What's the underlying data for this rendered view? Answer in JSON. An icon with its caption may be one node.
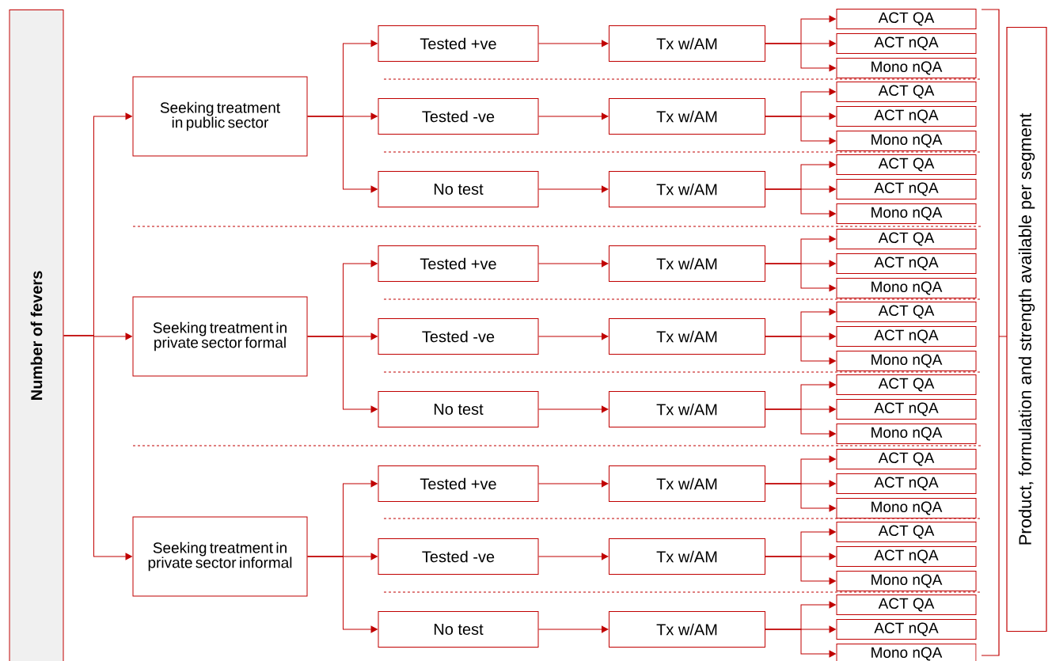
{
  "diagram": {
    "nodes": [
      {
        "text": [
          "Number of fevers"
        ]
      },
      {
        "text": [
          "Seeking treatment in public sector"
        ]
      },
      {
        "text": [
          "Tested +ve"
        ]
      },
      {
        "text": [
          "Tx w/AM"
        ]
      },
      {
        "text": [
          "ACT QA"
        ]
      },
      {
        "text": [
          "ACT nQA"
        ]
      },
      {
        "text": [
          "Mono nQA"
        ]
      },
      {
        "text": [
          "Tested -ve"
        ]
      },
      {
        "text": [
          "Tx w/AM"
        ]
      },
      {
        "text": [
          "ACT QA"
        ]
      },
      {
        "text": [
          "ACT nQA"
        ]
      },
      {
        "text": [
          "Mono nQA"
        ]
      },
      {
        "text": [
          "No test"
        ]
      },
      {
        "text": [
          "Tx w/AM"
        ]
      },
      {
        "text": [
          "ACT QA"
        ]
      },
      {
        "text": [
          "ACT nQA"
        ]
      },
      {
        "text": [
          "Mono nQA"
        ]
      },
      {
        "text": [
          "Seeking treatment in private sector formal"
        ]
      },
      {
        "text": [
          "Tested +ve"
        ]
      },
      {
        "text": [
          "Tx w/AM"
        ]
      },
      {
        "text": [
          "ACT QA"
        ]
      },
      {
        "text": [
          "ACT nQA"
        ]
      },
      {
        "text": [
          "Mono nQA"
        ]
      },
      {
        "text": [
          "Tested -ve"
        ]
      },
      {
        "text": [
          "Tx w/AM"
        ]
      },
      {
        "text": [
          "ACT QA"
        ]
      },
      {
        "text": [
          "ACT nQA"
        ]
      },
      {
        "text": [
          "Mono nQA"
        ]
      },
      {
        "text": [
          "No test"
        ]
      },
      {
        "text": [
          "Tx w/AM"
        ]
      },
      {
        "text": [
          "ACT QA"
        ]
      },
      {
        "text": [
          "ACT nQA"
        ]
      },
      {
        "text": [
          "Mono nQA"
        ]
      },
      {
        "text": [
          "Seeking treatment in private sector informal"
        ]
      },
      {
        "text": [
          "Tested +ve"
        ]
      },
      {
        "text": [
          "Tx w/AM"
        ]
      },
      {
        "text": [
          "ACT QA"
        ]
      },
      {
        "text": [
          "ACT nQA"
        ]
      },
      {
        "text": [
          "Mono nQA"
        ]
      },
      {
        "text": [
          "Tested -ve"
        ]
      },
      {
        "text": [
          "Tx w/AM"
        ]
      },
      {
        "text": [
          "ACT QA"
        ]
      },
      {
        "text": [
          "ACT nQA"
        ]
      },
      {
        "text": [
          "Mono nQA"
        ]
      },
      {
        "text": [
          "No test"
        ]
      },
      {
        "text": [
          "Tx w/AM"
        ]
      },
      {
        "text": [
          "ACT QA"
        ]
      },
      {
        "text": [
          "ACT nQA"
        ]
      },
      {
        "text": [
          "Mono nQA"
        ]
      },
      {
        "text": [
          "Product, formulation and strength available per segment"
        ]
      }
    ],
    "edges": [
      {
        "from": 0,
        "to": 1,
        "arrow": "to"
      },
      {
        "from": 0,
        "to": 17,
        "arrow": "to"
      },
      {
        "from": 0,
        "to": 33,
        "arrow": "to"
      },
      {
        "from": 1,
        "to": 2,
        "arrow": "to"
      },
      {
        "from": 1,
        "to": 7,
        "arrow": "to"
      },
      {
        "from": 1,
        "to": 12,
        "arrow": "to"
      },
      {
        "from": 2,
        "to": 3,
        "arrow": "to"
      },
      {
        "from": 3,
        "to": 4,
        "arrow": "to"
      },
      {
        "from": 3,
        "to": 5,
        "arrow": "to"
      },
      {
        "from": 3,
        "to": 6,
        "arrow": "to"
      },
      {
        "from": 7,
        "to": 8,
        "arrow": "to"
      },
      {
        "from": 8,
        "to": 9,
        "arrow": "to"
      },
      {
        "from": 8,
        "to": 10,
        "arrow": "to"
      },
      {
        "from": 8,
        "to": 11,
        "arrow": "to"
      },
      {
        "from": 12,
        "to": 13,
        "arrow": "to"
      },
      {
        "from": 13,
        "to": 14,
        "arrow": "to"
      },
      {
        "from": 13,
        "to": 15,
        "arrow": "to"
      },
      {
        "from": 13,
        "to": 16,
        "arrow": "to"
      },
      {
        "from": 17,
        "to": 18,
        "arrow": "to"
      },
      {
        "from": 17,
        "to": 23,
        "arrow": "to"
      },
      {
        "from": 17,
        "to": 28,
        "arrow": "to"
      },
      {
        "from": 18,
        "to": 19,
        "arrow": "to"
      },
      {
        "from": 19,
        "to": 20,
        "arrow": "to"
      },
      {
        "from": 19,
        "to": 21,
        "arrow": "to"
      },
      {
        "from": 19,
        "to": 22,
        "arrow": "to"
      },
      {
        "from": 23,
        "to": 24,
        "arrow": "to"
      },
      {
        "from": 24,
        "to": 25,
        "arrow": "to"
      },
      {
        "from": 24,
        "to": 26,
        "arrow": "to"
      },
      {
        "from": 24,
        "to": 27,
        "arrow": "to"
      },
      {
        "from": 28,
        "to": 29,
        "arrow": "to"
      },
      {
        "from": 29,
        "to": 30,
        "arrow": "to"
      },
      {
        "from": 29,
        "to": 31,
        "arrow": "to"
      },
      {
        "from": 29,
        "to": 32,
        "arrow": "to"
      },
      {
        "from": 33,
        "to": 34,
        "arrow": "to"
      },
      {
        "from": 33,
        "to": 39,
        "arrow": "to"
      },
      {
        "from": 33,
        "to": 44,
        "arrow": "to"
      },
      {
        "from": 34,
        "to": 35,
        "arrow": "to"
      },
      {
        "from": 35,
        "to": 36,
        "arrow": "to"
      },
      {
        "from": 35,
        "to": 37,
        "arrow": "to"
      },
      {
        "from": 35,
        "to": 38,
        "arrow": "to"
      },
      {
        "from": 39,
        "to": 40,
        "arrow": "to"
      },
      {
        "from": 40,
        "to": 41,
        "arrow": "to"
      },
      {
        "from": 40,
        "to": 42,
        "arrow": "to"
      },
      {
        "from": 40,
        "to": 43,
        "arrow": "to"
      },
      {
        "from": 44,
        "to": 45,
        "arrow": "to"
      },
      {
        "from": 45,
        "to": 46,
        "arrow": "to"
      },
      {
        "from": 45,
        "to": 47,
        "arrow": "to"
      },
      {
        "from": 45,
        "to": 48,
        "arrow": "to"
      }
    ]
  }
}
